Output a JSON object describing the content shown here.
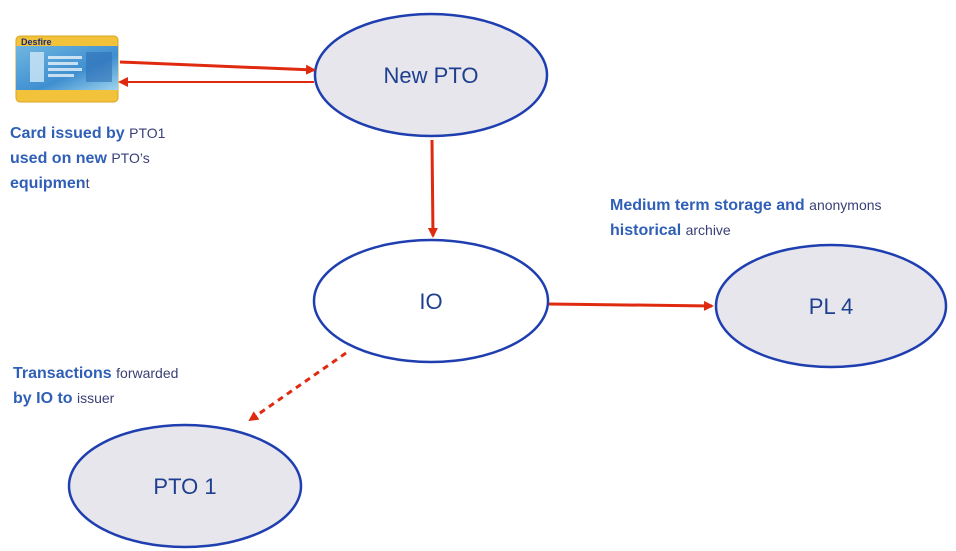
{
  "card": {
    "brand": "Desfire"
  },
  "nodes": {
    "new_pto": "New PTO",
    "io": "IO",
    "pl4": "PL 4",
    "pto1": "PTO 1"
  },
  "captions": {
    "card_line1_big": "Card issued by ",
    "card_line1_small": "PTO1",
    "card_line2_big": "used on new ",
    "card_line2_small": "PTO’s",
    "card_line3_big": "equipmen",
    "card_line3_small": "t",
    "storage_line1_big": "Medium term storage and ",
    "storage_line1_small": "anonymons",
    "storage_line2_big": "historical ",
    "storage_line2_small": "archive",
    "tx_line1_big": "Transactions ",
    "tx_line1_small": "forwarded",
    "tx_line2_big": "by IO to ",
    "tx_line2_small": "issuer"
  },
  "colors": {
    "ellipse_fill": "#e6e6ec",
    "ellipse_stroke": "#1f3fb0",
    "arrow": "#e02a10",
    "label": "#1f3f8f"
  }
}
